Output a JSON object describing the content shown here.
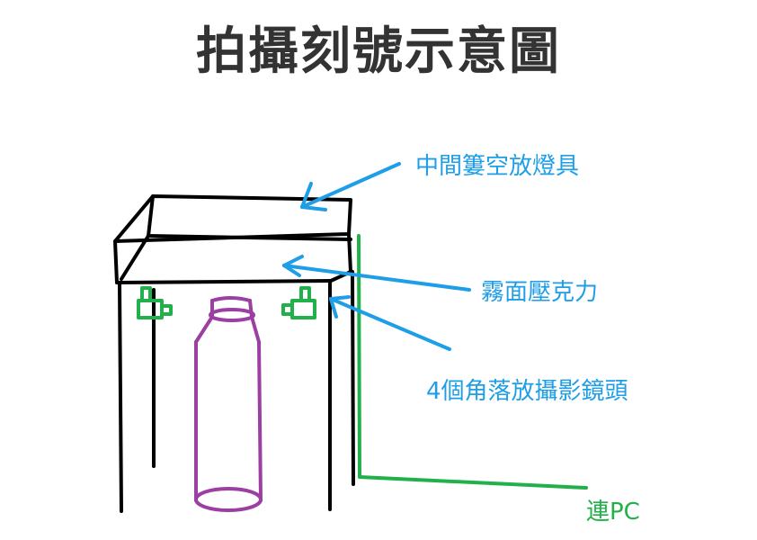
{
  "title": "拍攝刻號示意圖",
  "labels": {
    "hollow_light": "中間簍空放燈具",
    "acrylic": "霧面壓克力",
    "cameras": "4個角落放攝影鏡頭",
    "pc": "連PC"
  },
  "colors": {
    "frame": "#000000",
    "arrow": "#1f9ee8",
    "camera": "#22b04b",
    "cable": "#22b04b",
    "cylinder": "#9b3fa3",
    "title": "#333333"
  }
}
